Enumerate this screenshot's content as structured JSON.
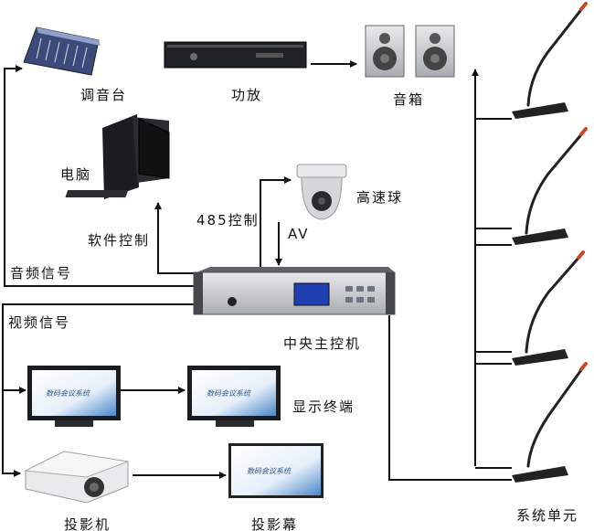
{
  "labels": {
    "mixer": "调音台",
    "amplifier": "功放",
    "speakers": "音箱",
    "computer": "电脑",
    "ptz_camera": "高速球",
    "rs485_control": "485控制",
    "av": "AV",
    "software_control": "软件控制",
    "audio_signal": "音频信号",
    "video_signal": "视频信号",
    "central_controller": "中央主控机",
    "display_terminal": "显示终端",
    "projector": "投影机",
    "projection_screen": "投影幕",
    "system_unit": "系统单元"
  },
  "screen_text": "数码会议系统",
  "colors": {
    "line": "#111111",
    "screen_blue": "#4a86c8",
    "device_gray": "#9aa0a6"
  }
}
